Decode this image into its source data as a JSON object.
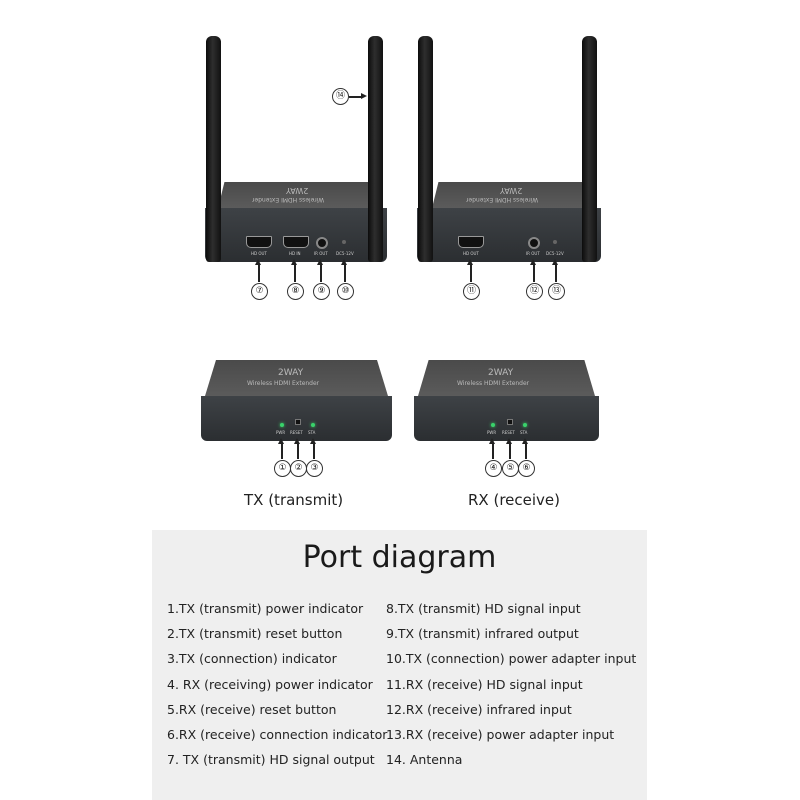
{
  "devices": {
    "brand": "2WAY",
    "subtitle": "Wireless HDMI Extender",
    "rear_tx": {
      "ports": [
        "HD OUT",
        "HD IN",
        "IR OUT",
        "DC5-12V"
      ]
    },
    "rear_rx": {
      "ports": [
        "HD OUT",
        "IR OUT",
        "DC5-12V"
      ]
    },
    "front_ports": [
      "PWR",
      "RESET",
      "STA"
    ]
  },
  "callouts": {
    "tx_rear": [
      "⑦",
      "⑧",
      "⑨",
      "⑩"
    ],
    "rx_rear": [
      "⑪",
      "⑫",
      "⑬"
    ],
    "antenna": "⑭",
    "tx_front": [
      "①",
      "②",
      "③"
    ],
    "rx_front": [
      "④",
      "⑤",
      "⑥"
    ]
  },
  "captions": {
    "tx": "TX (transmit)",
    "rx": "RX (receive)"
  },
  "legend": {
    "title": "Port diagram",
    "left": [
      "1.TX (transmit) power indicator",
      "2.TX (transmit) reset button",
      "3.TX (connection) indicator",
      "4. RX (receiving) power indicator",
      "5.RX (receive) reset button",
      "6.RX (receive) connection indicator",
      "7. TX (transmit) HD signal output"
    ],
    "right": [
      "8.TX (transmit) HD signal input",
      "9.TX (transmit) infrared output",
      "10.TX (connection) power adapter input",
      "11.RX (receive) HD signal input",
      "12.RX (receive) infrared input",
      "13.RX (receive) power adapter input",
      "14. Antenna"
    ]
  }
}
